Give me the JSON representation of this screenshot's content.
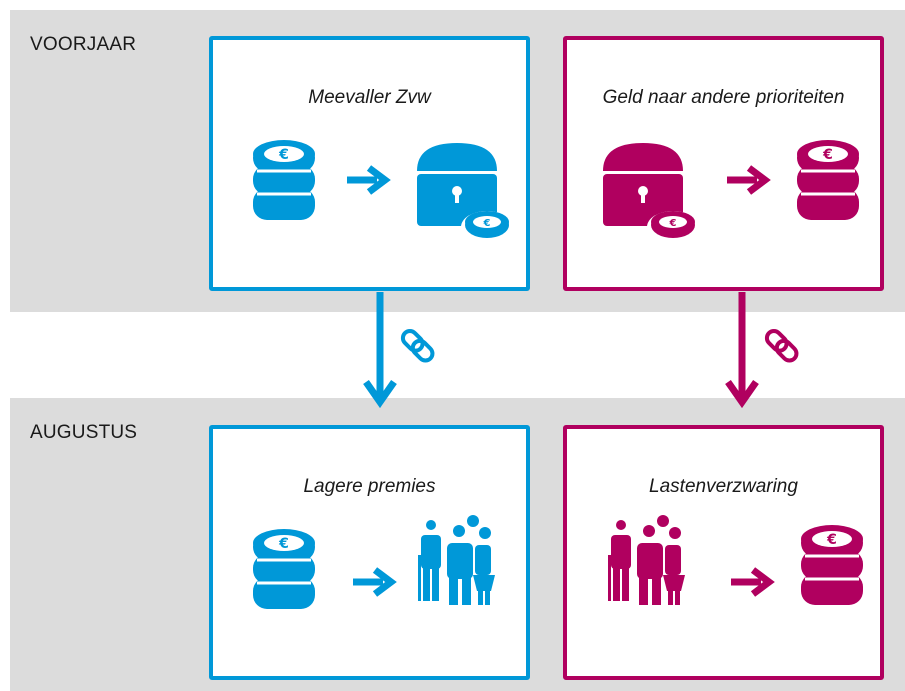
{
  "diagram": {
    "rows": [
      {
        "label": "VOORJAAR",
        "boxes": [
          {
            "title": "Meevaller Zvw",
            "color": "#0098d8",
            "icons": [
              "coin-stack-icon",
              "arrow-right-icon",
              "treasure-chest-icon"
            ]
          },
          {
            "title": "Geld naar andere prioriteiten",
            "color": "#b0005f",
            "icons": [
              "treasure-chest-icon",
              "arrow-right-icon",
              "coin-stack-icon"
            ]
          }
        ]
      },
      {
        "label": "AUGUSTUS",
        "boxes": [
          {
            "title": "Lagere premies",
            "color": "#0098d8",
            "icons": [
              "coin-stack-icon",
              "arrow-right-icon",
              "people-group-icon"
            ]
          },
          {
            "title": "Lastenverzwaring",
            "color": "#b0005f",
            "icons": [
              "people-group-icon",
              "arrow-right-icon",
              "coin-stack-icon"
            ]
          }
        ]
      }
    ],
    "connectors": [
      {
        "color": "#0098d8",
        "icon": "link-icon"
      },
      {
        "color": "#b0005f",
        "icon": "link-icon"
      }
    ]
  }
}
